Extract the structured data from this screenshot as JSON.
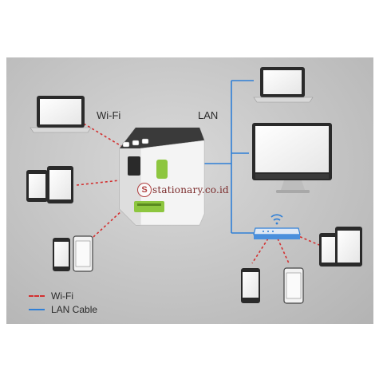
{
  "labels": {
    "wifi": "Wi-Fi",
    "lan": "LAN"
  },
  "legend": {
    "wifi": "Wi-Fi",
    "lan_cable": "LAN Cable"
  },
  "watermark": {
    "text": "stationary.co.id",
    "logo_letter": "S"
  },
  "colors": {
    "wifi_line": "#d32f2f",
    "lan_line": "#2f7fd6",
    "background": "#c4c4c4"
  },
  "icons": [
    "label-printer-icon",
    "laptop-icon",
    "tablet-icon",
    "smartphone-icon",
    "monitor-icon",
    "router-icon"
  ]
}
